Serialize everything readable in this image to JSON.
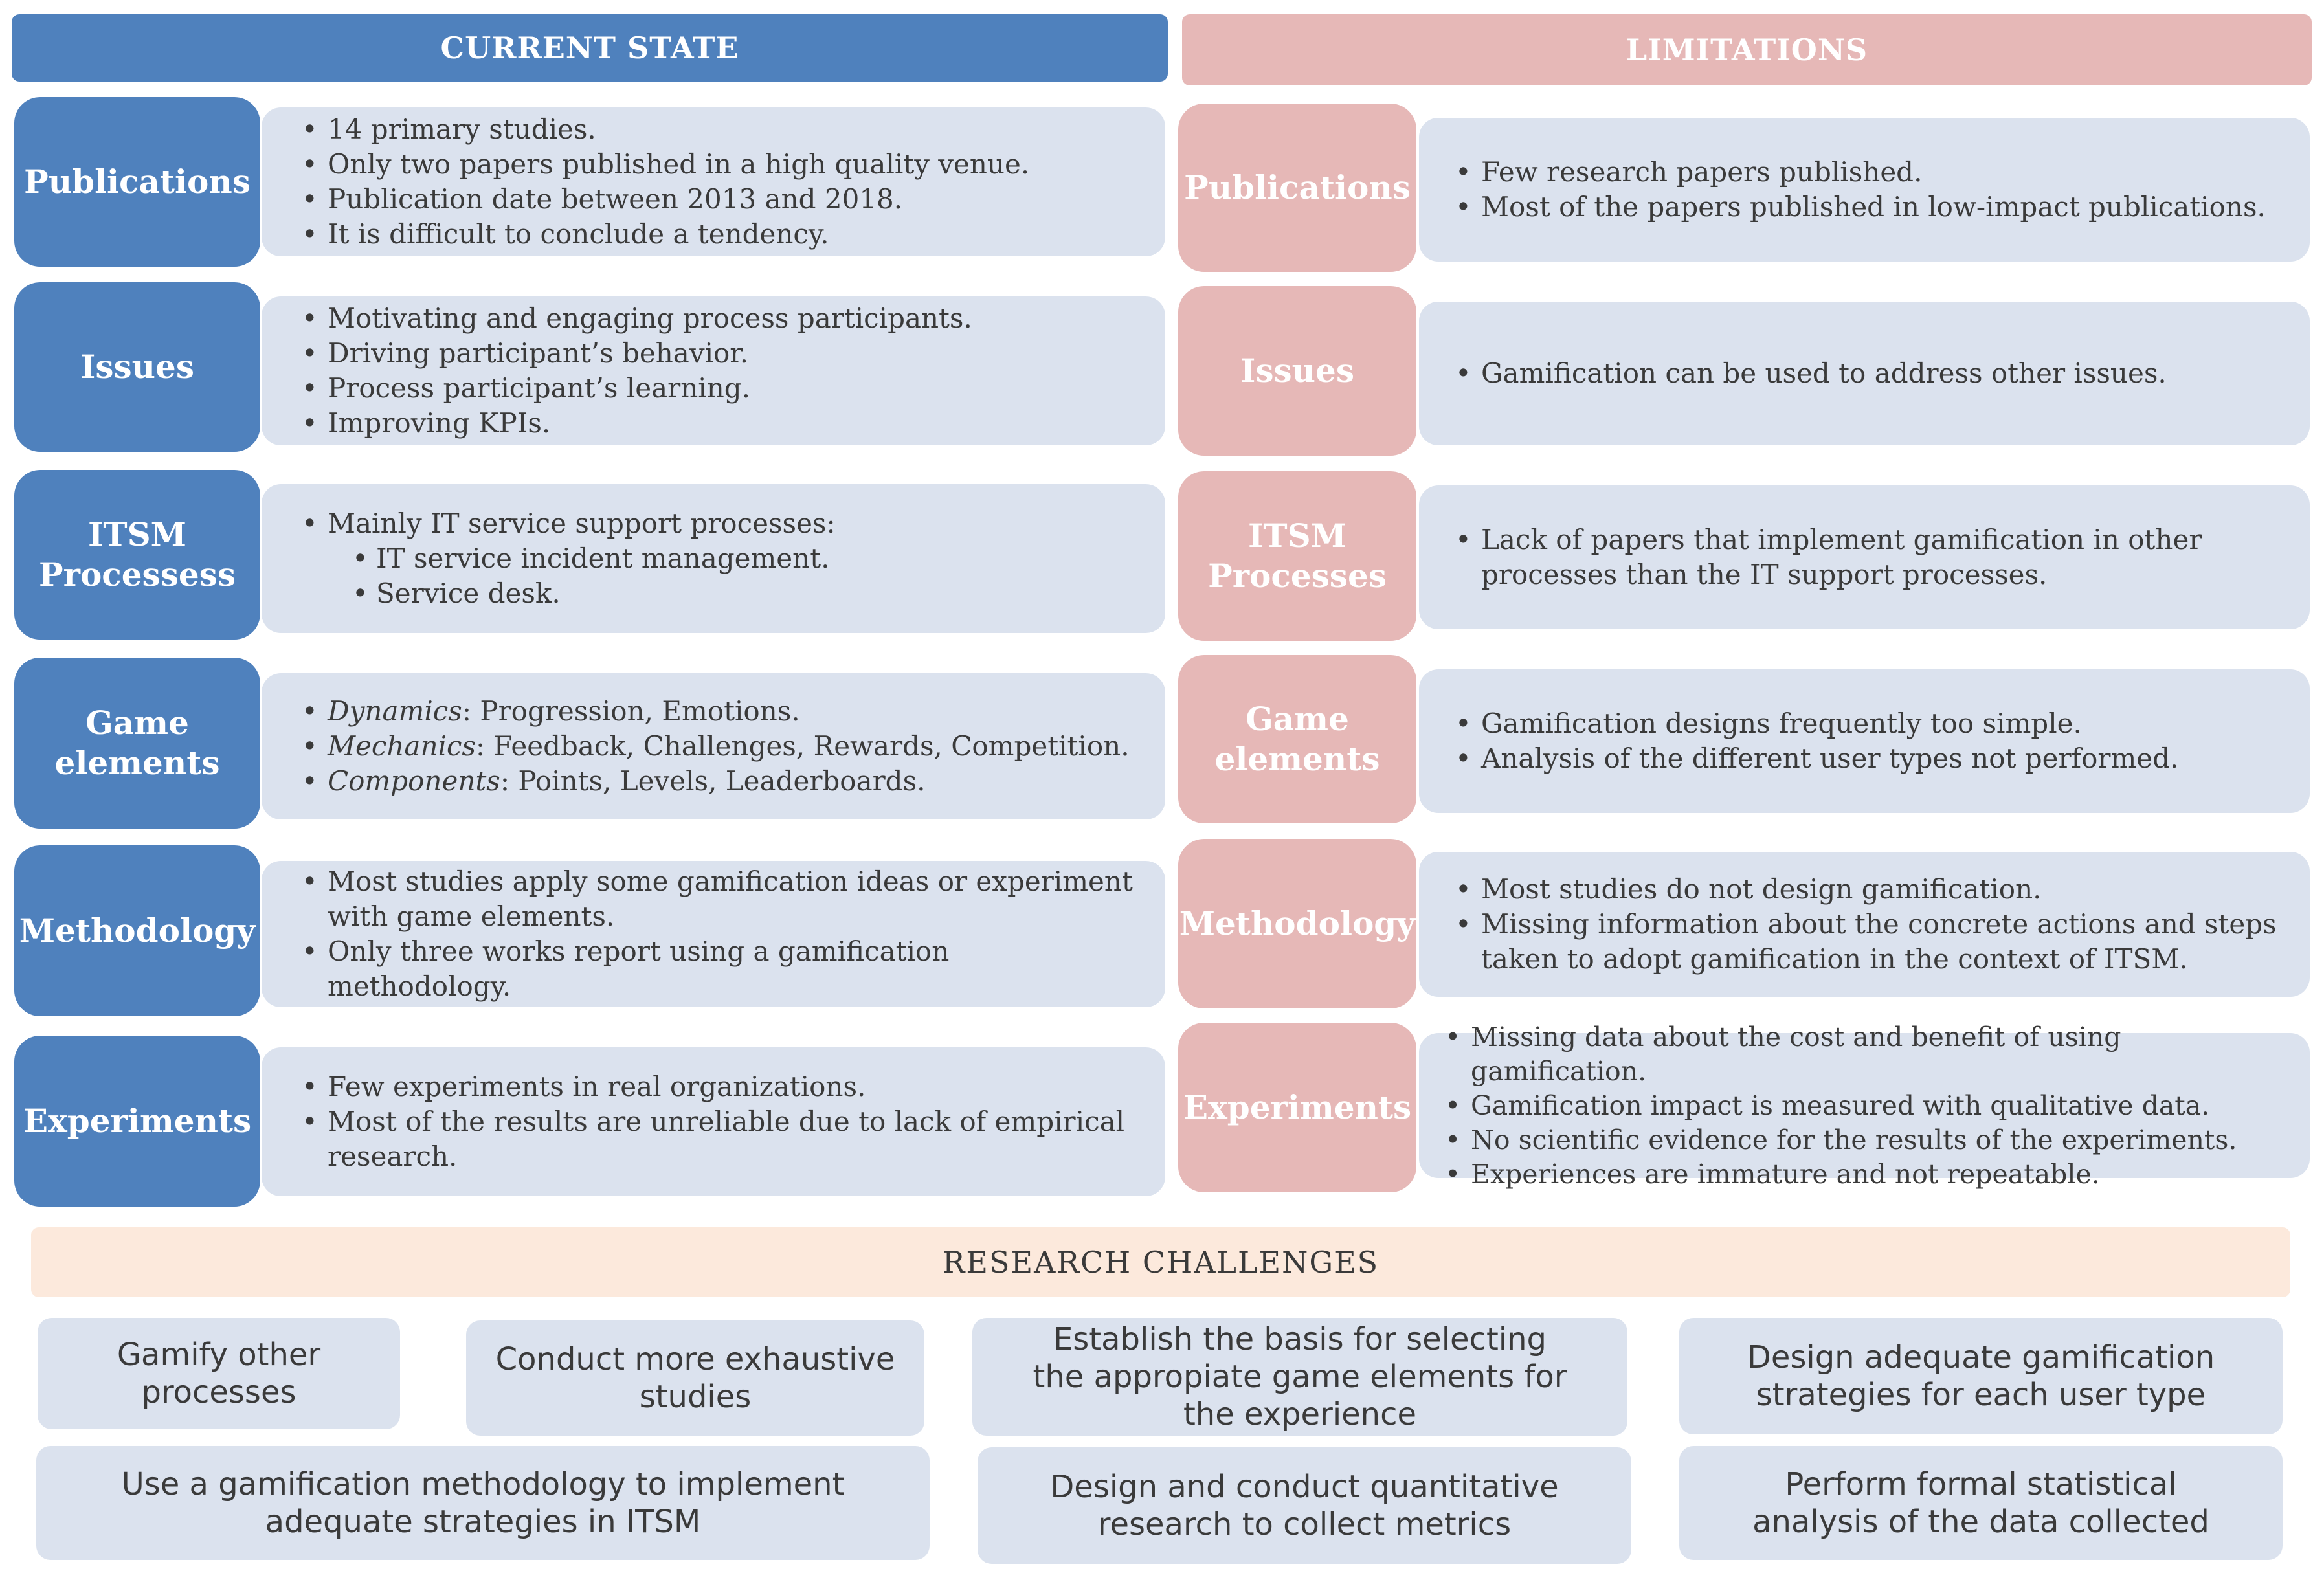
{
  "current_state": {
    "title": "CURRENT STATE",
    "rows": [
      {
        "label": "Publications",
        "items": [
          {
            "text": "14 primary studies."
          },
          {
            "text": "Only two papers published in a high quality venue."
          },
          {
            "text": "Publication date between 2013 and 2018."
          },
          {
            "text": "It is difficult to conclude a tendency."
          }
        ]
      },
      {
        "label": "Issues",
        "items": [
          {
            "text": "Motivating and engaging process participants."
          },
          {
            "text": "Driving participant’s behavior."
          },
          {
            "text": "Process participant’s learning."
          },
          {
            "text": "Improving KPIs."
          }
        ]
      },
      {
        "label": "ITSM\nProcessess",
        "items": [
          {
            "text": "Mainly IT service support processes:"
          },
          {
            "text": "IT service incident management.",
            "sub": true
          },
          {
            "text": "Service desk.",
            "sub": true
          }
        ]
      },
      {
        "label": "Game\nelements",
        "items": [
          {
            "em": "Dynamics",
            "text": ": Progression, Emotions."
          },
          {
            "em": "Mechanics",
            "text": ": Feedback, Challenges, Rewards, Competition."
          },
          {
            "em": "Components",
            "text": ": Points, Levels, Leaderboards."
          }
        ]
      },
      {
        "label": "Methodology",
        "items": [
          {
            "text": "Most studies apply some gamification ideas or experiment with game elements."
          },
          {
            "text": "Only three works report using a gamification methodology."
          }
        ]
      },
      {
        "label": "Experiments",
        "items": [
          {
            "text": "Few experiments in real organizations."
          },
          {
            "text": "Most of the results are unreliable due to lack of empirical research."
          }
        ]
      }
    ]
  },
  "limitations": {
    "title": "LIMITATIONS",
    "rows": [
      {
        "label": "Publications",
        "items": [
          {
            "text": "Few research papers published."
          },
          {
            "text": "Most of the papers published in low-impact publications."
          }
        ]
      },
      {
        "label": "Issues",
        "items": [
          {
            "text": "Gamification can be used to address other issues."
          }
        ]
      },
      {
        "label": "ITSM\nProcesses",
        "items": [
          {
            "text": "Lack of papers that implement gamification in other processes than the IT support processes."
          }
        ]
      },
      {
        "label": "Game\nelements",
        "items": [
          {
            "text": "Gamification designs frequently too simple."
          },
          {
            "text": "Analysis of the different user types not performed."
          }
        ]
      },
      {
        "label": "Methodology",
        "items": [
          {
            "text": "Most studies do not design gamification."
          },
          {
            "text": "Missing information about the concrete actions and steps taken to adopt gamification in the context of ITSM."
          }
        ]
      },
      {
        "label": "Experiments",
        "items": [
          {
            "text": "Missing data about the cost and benefit of using gamification."
          },
          {
            "text": "Gamification impact is measured with qualitative data."
          },
          {
            "text": "No scientific evidence for the results of the experiments."
          },
          {
            "text": "Experiences are immature and not repeatable."
          }
        ]
      }
    ]
  },
  "research_challenges": {
    "title": "RESEARCH CHALLENGES",
    "items": [
      "Gamify other\nprocesses",
      "Conduct more  exhaustive\nstudies",
      "Establish the basis for selecting\nthe appropiate game elements for\nthe experience",
      "Design adequate gamification\nstrategies for each user type",
      "Use a gamification methodology to implement\nadequate strategies in ITSM",
      "Design and conduct quantitative\nresearch to collect metrics",
      "Perform formal statistical\nanalysis of the data collected"
    ]
  },
  "colors": {
    "current_state": "#4f81bd",
    "limitations": "#e6b8b7",
    "research_challenges_header": "#fce9dc",
    "content_box": "#dbe2ee"
  }
}
